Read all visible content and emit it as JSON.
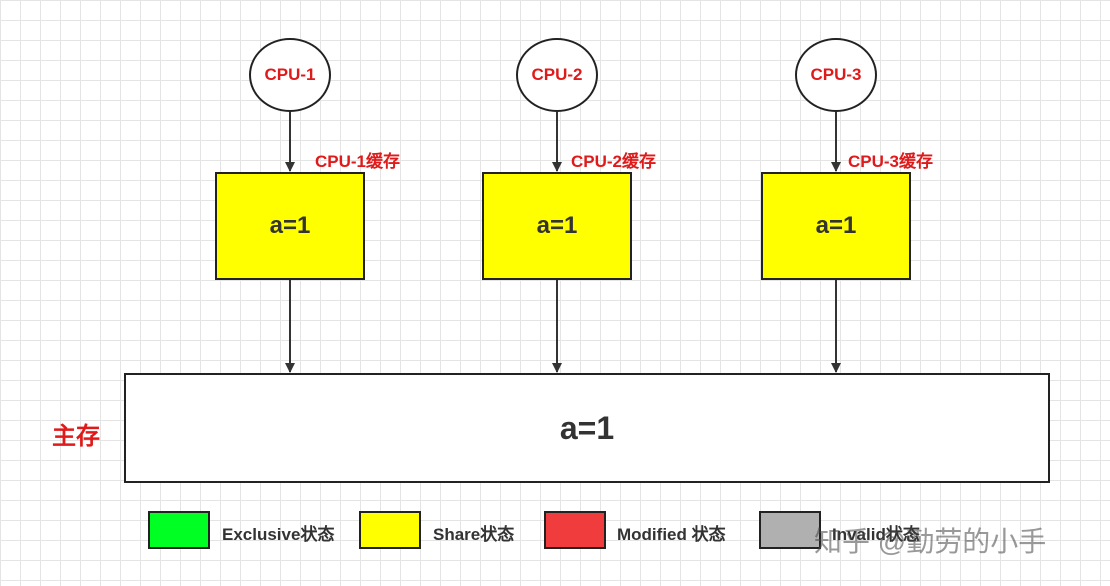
{
  "cpus": [
    {
      "name": "CPU-1",
      "cache_label": "CPU-1缓存",
      "cache_value": "a=1"
    },
    {
      "name": "CPU-2",
      "cache_label": "CPU-2缓存",
      "cache_value": "a=1"
    },
    {
      "name": "CPU-3",
      "cache_label": "CPU-3缓存",
      "cache_value": "a=1"
    }
  ],
  "memory": {
    "label": "主存",
    "value": "a=1"
  },
  "legend": [
    {
      "label": "Exclusive状态",
      "color": "#00ff22"
    },
    {
      "label": "Share状态",
      "color": "#ffff00"
    },
    {
      "label": "Modified 状态",
      "color": "#f03c3c"
    },
    {
      "label": "Invalid状态",
      "color": "#b0b0b0"
    }
  ],
  "watermark": "知乎 @勤劳的小手",
  "colors": {
    "label_red": "#e01a1a",
    "cache_yellow": "#ffff00"
  }
}
